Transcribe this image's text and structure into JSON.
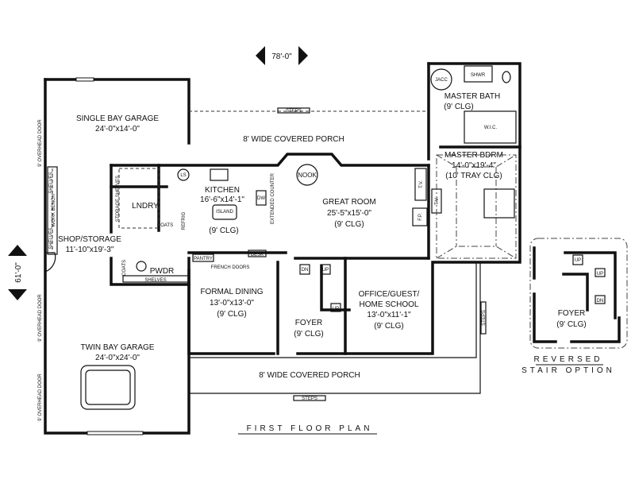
{
  "dimensions": {
    "width": "78'-0\"",
    "depth": "61'-0\""
  },
  "title": "FIRST FLOOR PLAN",
  "rooms": {
    "single_garage": {
      "name": "SINGLE BAY GARAGE",
      "size": "24'-0\"x14'-0\""
    },
    "shop": {
      "name": "SHOP/STORAGE",
      "size": "11'-10\"x19'-3\""
    },
    "twin_garage": {
      "name": "TWIN BAY GARAGE",
      "size": "24'-0\"x24'-0\""
    },
    "kitchen": {
      "name": "KITCHEN",
      "size": "16'-6\"x14'-1\"",
      "clg": "(9' CLG)"
    },
    "laundry": {
      "name": "LNDRY"
    },
    "great_room": {
      "name": "GREAT ROOM",
      "size": "25'-5\"x15'-0\"",
      "clg": "(9' CLG)"
    },
    "nook": {
      "name": "NOOK"
    },
    "master_bath": {
      "name": "MASTER BATH",
      "clg": "(9' CLG)"
    },
    "master_bdrm": {
      "name": "MASTER BDRM",
      "size": "14'-0\"x19'-4\"",
      "clg": "(10' TRAY CLG)"
    },
    "wic": {
      "name": "W.I.C."
    },
    "formal_dining": {
      "name": "FORMAL DINING",
      "size": "13'-0\"x13'-0\"",
      "clg": "(9' CLG)"
    },
    "foyer": {
      "name": "FOYER",
      "clg": "(9' CLG)"
    },
    "office": {
      "line1": "OFFICE/GUEST/",
      "line2": "HOME SCHOOL",
      "size": "13'-0\"x11'-1\"",
      "clg": "(9' CLG)"
    },
    "powder": {
      "name": "PWDR"
    }
  },
  "porches": {
    "rear": "8' WIDE COVERED PORCH",
    "front": "8' WIDE COVERED PORCH"
  },
  "labels": {
    "overhead_door": "9' OVERHEAD DOOR",
    "steps": "STEPS",
    "shelves": "SHELVES",
    "work_bench": "WORK BENCH",
    "storage_shelves": "STORAGE SHELVES",
    "coats": "COATS",
    "refrig": "REFRIG",
    "island": "ISLAND",
    "dw": "DW",
    "ls": "LS",
    "pantry": "PANTRY",
    "french_doors": "FRENCH DOORS",
    "desk": "DESK",
    "extended_counter": "EXTENDED COUNTER",
    "tv": "T.V.",
    "fp": "F.P.",
    "jacc": "JACC",
    "shwr": "SHWR",
    "up": "UP",
    "dn": "DN"
  },
  "reversed_option": {
    "line1": "REVERSED",
    "line2": "STAIR OPTION",
    "foyer": "FOYER",
    "clg": "(9' CLG)"
  }
}
